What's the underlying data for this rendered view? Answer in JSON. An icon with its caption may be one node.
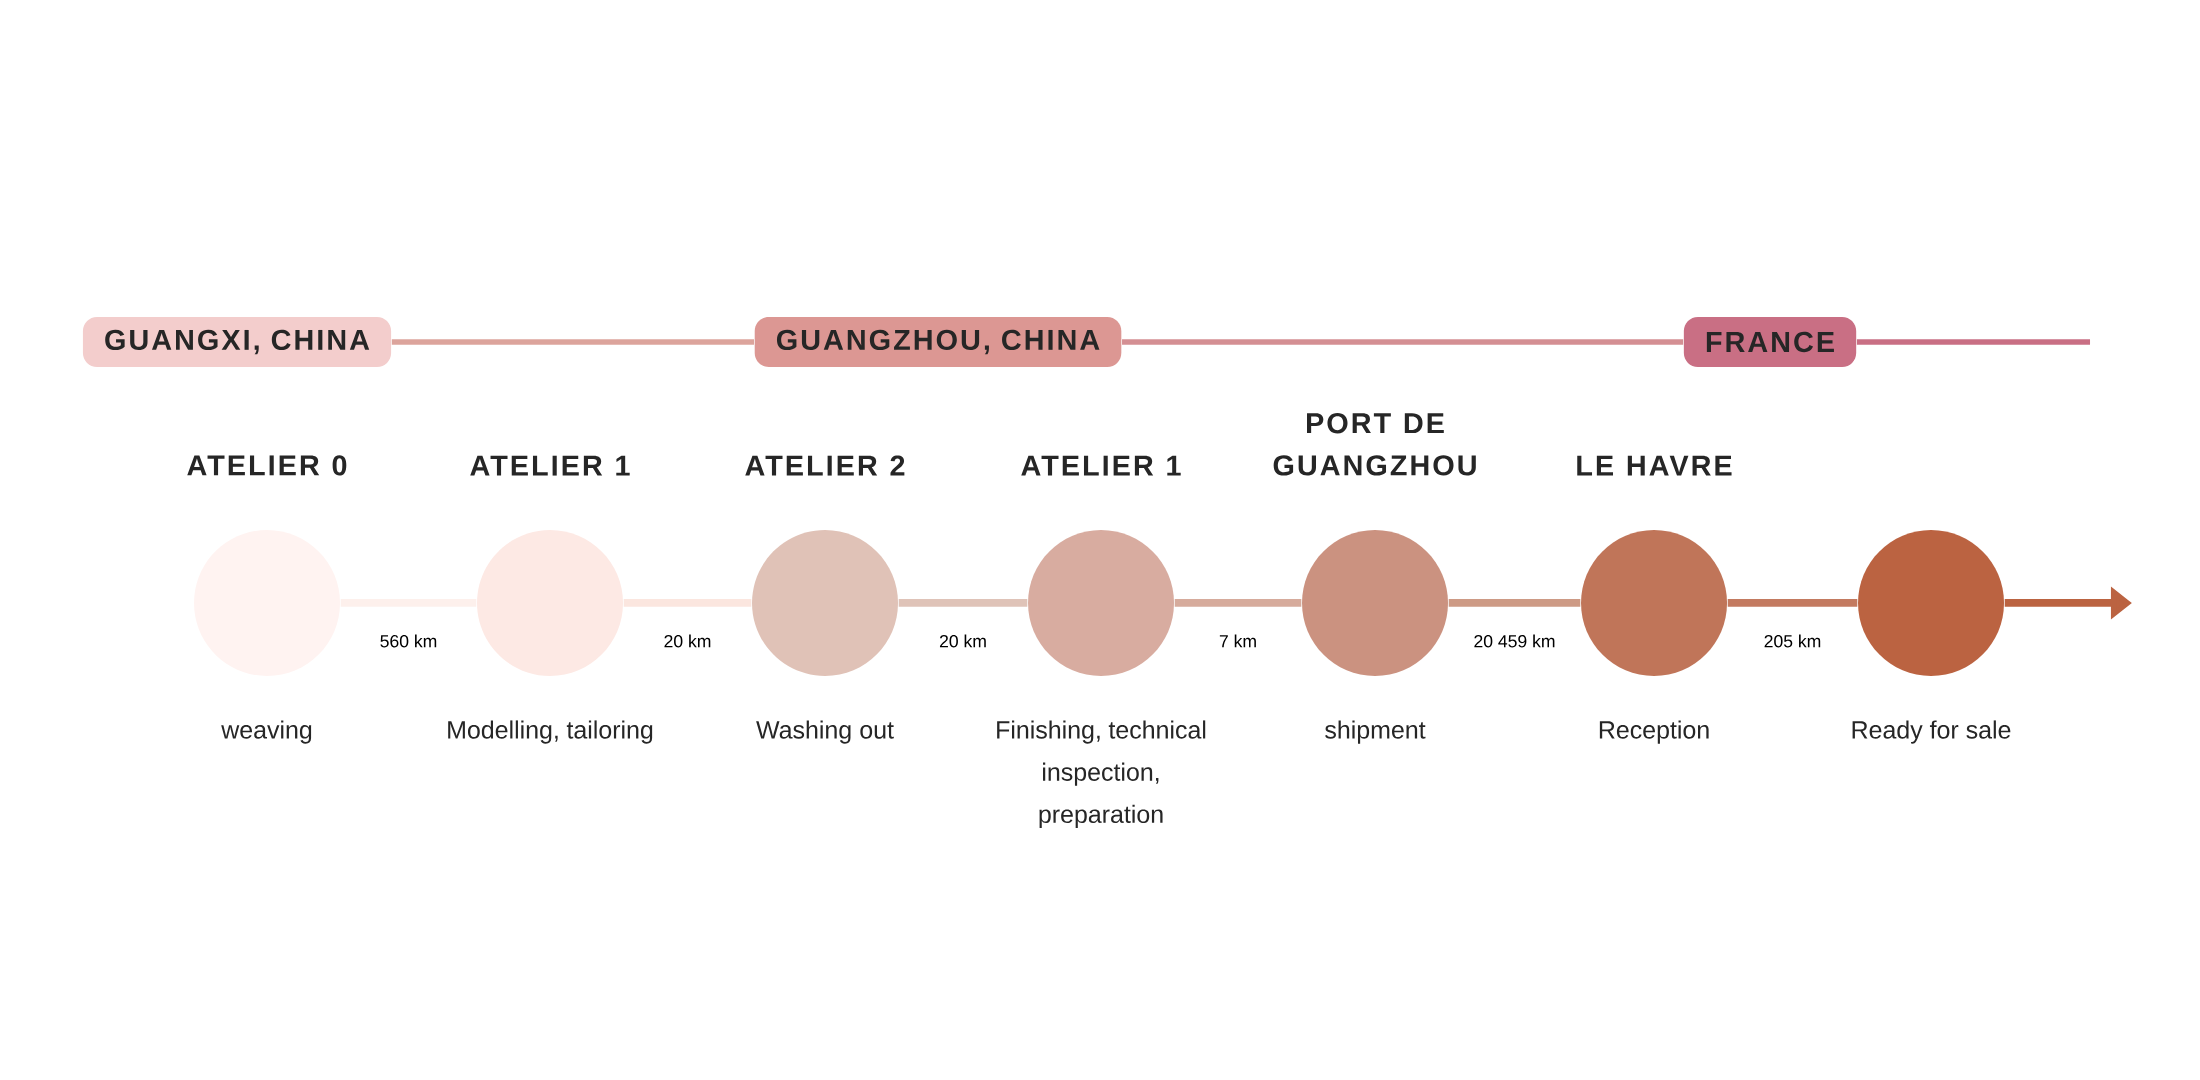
{
  "diagram": {
    "nodes": [
      {
        "text": [
          "GUANGXI, CHINA"
        ]
      },
      {
        "text": [
          "GUANGZHOU, CHINA"
        ]
      },
      {
        "text": [
          "FRANCE"
        ]
      },
      {
        "text": [
          "ATELIER 0",
          "weaving"
        ]
      },
      {
        "text": [
          "ATELIER 1",
          "Modelling, tailoring"
        ]
      },
      {
        "text": [
          "ATELIER 2",
          "Washing out"
        ]
      },
      {
        "text": [
          "ATELIER 1",
          "Finishing, technical inspection, preparation"
        ]
      },
      {
        "text": [
          "PORT DE GUANGZHOU",
          "shipment"
        ]
      },
      {
        "text": [
          "LE HAVRE",
          "Reception"
        ]
      },
      {
        "text": [
          "Ready for sale"
        ]
      }
    ],
    "edges": [
      {
        "from": 0,
        "to": 1,
        "arrow": "none",
        "color": "#dca49c"
      },
      {
        "from": 1,
        "to": 2,
        "arrow": "none",
        "color": "#d48f93"
      },
      {
        "from": 2,
        "to": null,
        "arrow": "none",
        "color": "#c96f84"
      },
      {
        "from": 3,
        "to": 4,
        "arrow": "none",
        "label": "560 km",
        "color": "#fdf0ec"
      },
      {
        "from": 4,
        "to": 5,
        "arrow": "none",
        "label": "20 km",
        "color": "#fbe6df"
      },
      {
        "from": 5,
        "to": 6,
        "arrow": "none",
        "label": "20 km",
        "color": "#dfc3b8"
      },
      {
        "from": 6,
        "to": 7,
        "arrow": "none",
        "label": "7 km",
        "color": "#d6ab9c"
      },
      {
        "from": 7,
        "to": 8,
        "arrow": "none",
        "label": "20 459 km",
        "color": "#cd9a85"
      },
      {
        "from": 8,
        "to": 9,
        "arrow": "none",
        "label": "205  km",
        "color": "#c37a60"
      },
      {
        "from": 9,
        "to": null,
        "arrow": "to",
        "color": "#bb6341"
      }
    ]
  }
}
